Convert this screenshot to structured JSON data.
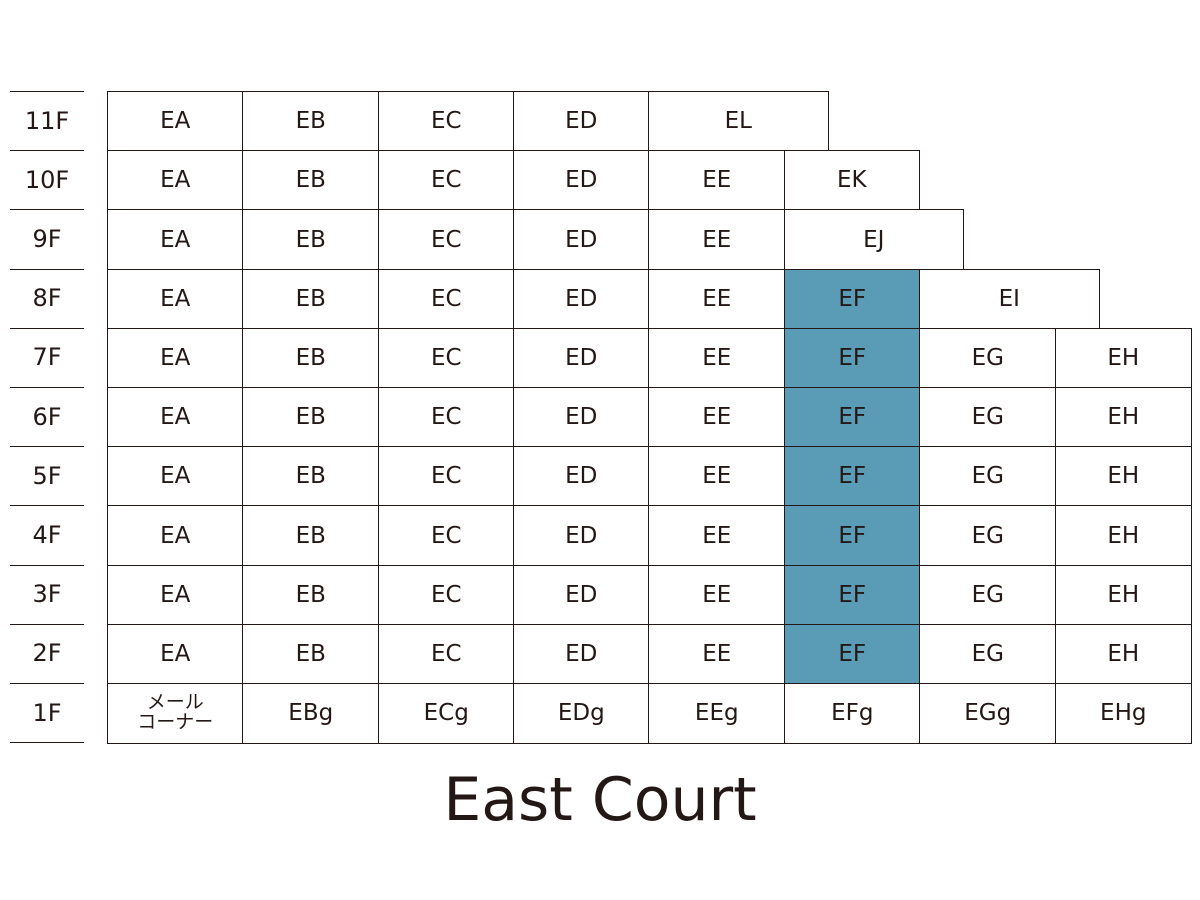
{
  "title": "East Court",
  "highlight_color": "#5a9bb5",
  "floors": [
    "11F",
    "10F",
    "9F",
    "8F",
    "7F",
    "6F",
    "5F",
    "4F",
    "3F",
    "2F",
    "1F"
  ],
  "rows": [
    {
      "floor": "11F",
      "units": [
        {
          "label": "EA"
        },
        {
          "label": "EB"
        },
        {
          "label": "EC"
        },
        {
          "label": "ED"
        },
        {
          "label": "EL"
        }
      ]
    },
    {
      "floor": "10F",
      "units": [
        {
          "label": "EA"
        },
        {
          "label": "EB"
        },
        {
          "label": "EC"
        },
        {
          "label": "ED"
        },
        {
          "label": "EE"
        },
        {
          "label": "EK"
        }
      ]
    },
    {
      "floor": "9F",
      "units": [
        {
          "label": "EA"
        },
        {
          "label": "EB"
        },
        {
          "label": "EC"
        },
        {
          "label": "ED"
        },
        {
          "label": "EE"
        },
        {
          "label": "EJ"
        }
      ]
    },
    {
      "floor": "8F",
      "units": [
        {
          "label": "EA"
        },
        {
          "label": "EB"
        },
        {
          "label": "EC"
        },
        {
          "label": "ED"
        },
        {
          "label": "EE"
        },
        {
          "label": "EF",
          "highlighted": true
        },
        {
          "label": "EI"
        }
      ]
    },
    {
      "floor": "7F",
      "units": [
        {
          "label": "EA"
        },
        {
          "label": "EB"
        },
        {
          "label": "EC"
        },
        {
          "label": "ED"
        },
        {
          "label": "EE"
        },
        {
          "label": "EF",
          "highlighted": true
        },
        {
          "label": "EG"
        },
        {
          "label": "EH"
        }
      ]
    },
    {
      "floor": "6F",
      "units": [
        {
          "label": "EA"
        },
        {
          "label": "EB"
        },
        {
          "label": "EC"
        },
        {
          "label": "ED"
        },
        {
          "label": "EE"
        },
        {
          "label": "EF",
          "highlighted": true
        },
        {
          "label": "EG"
        },
        {
          "label": "EH"
        }
      ]
    },
    {
      "floor": "5F",
      "units": [
        {
          "label": "EA"
        },
        {
          "label": "EB"
        },
        {
          "label": "EC"
        },
        {
          "label": "ED"
        },
        {
          "label": "EE"
        },
        {
          "label": "EF",
          "highlighted": true
        },
        {
          "label": "EG"
        },
        {
          "label": "EH"
        }
      ]
    },
    {
      "floor": "4F",
      "units": [
        {
          "label": "EA"
        },
        {
          "label": "EB"
        },
        {
          "label": "EC"
        },
        {
          "label": "ED"
        },
        {
          "label": "EE"
        },
        {
          "label": "EF",
          "highlighted": true
        },
        {
          "label": "EG"
        },
        {
          "label": "EH"
        }
      ]
    },
    {
      "floor": "3F",
      "units": [
        {
          "label": "EA"
        },
        {
          "label": "EB"
        },
        {
          "label": "EC"
        },
        {
          "label": "ED"
        },
        {
          "label": "EE"
        },
        {
          "label": "EF",
          "highlighted": true
        },
        {
          "label": "EG"
        },
        {
          "label": "EH"
        }
      ]
    },
    {
      "floor": "2F",
      "units": [
        {
          "label": "EA"
        },
        {
          "label": "EB"
        },
        {
          "label": "EC"
        },
        {
          "label": "ED"
        },
        {
          "label": "EE"
        },
        {
          "label": "EF",
          "highlighted": true
        },
        {
          "label": "EG"
        },
        {
          "label": "EH"
        }
      ]
    },
    {
      "floor": "1F",
      "units": [
        {
          "label": "メール\nコーナー"
        },
        {
          "label": "EBg"
        },
        {
          "label": "ECg"
        },
        {
          "label": "EDg"
        },
        {
          "label": "EEg"
        },
        {
          "label": "EFg"
        },
        {
          "label": "EGg"
        },
        {
          "label": "EHg"
        }
      ]
    }
  ]
}
